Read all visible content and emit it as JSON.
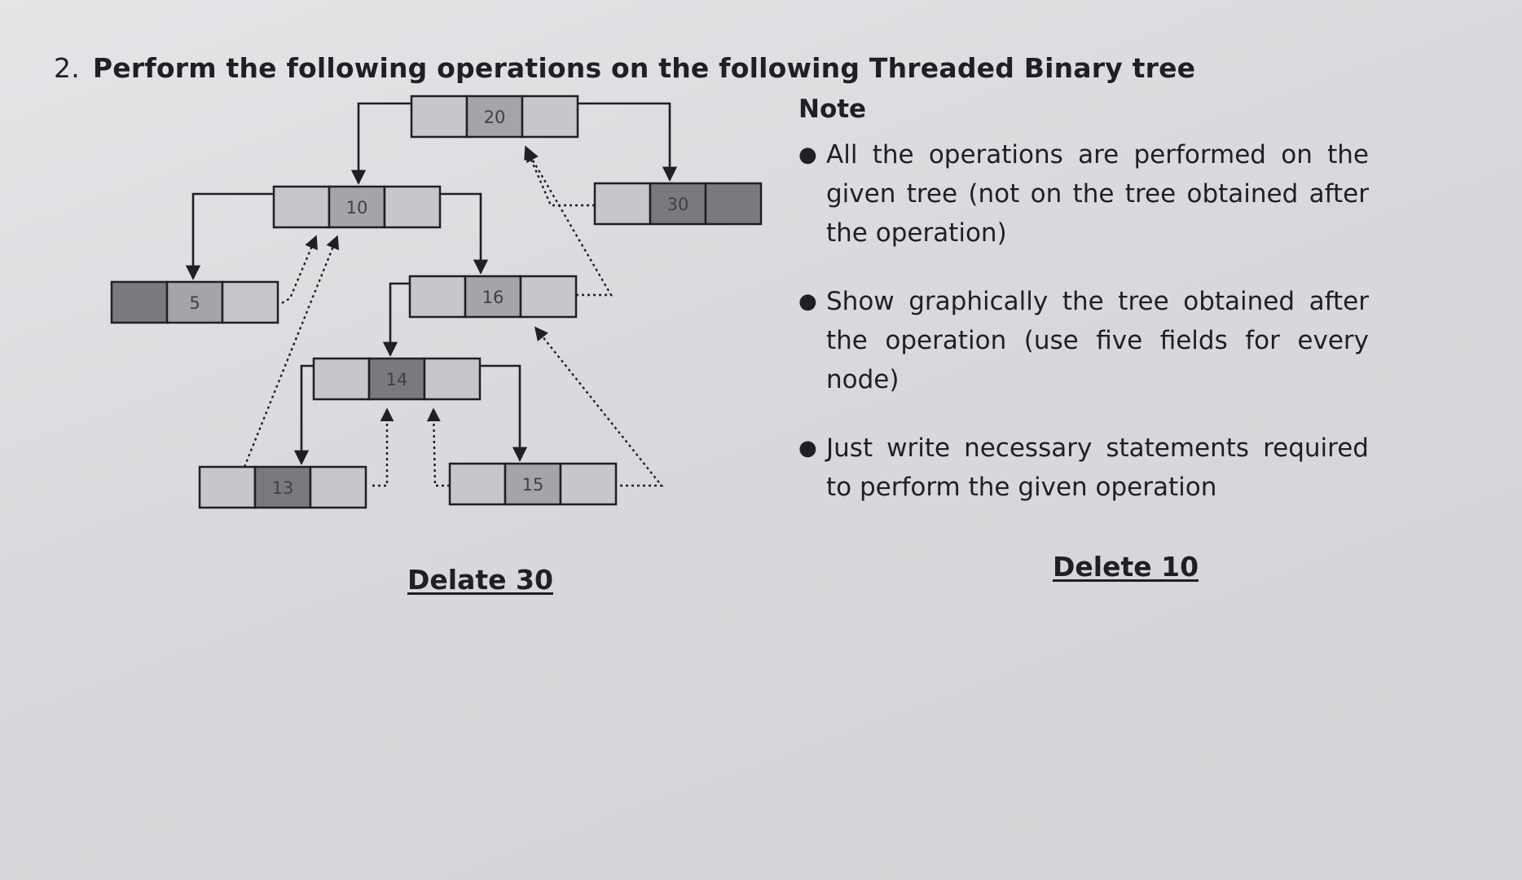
{
  "question": {
    "number": "2.",
    "title": "Perform the following operations on the following Threaded Binary tree"
  },
  "tree": {
    "nodes": [
      {
        "id": "n20",
        "value": "20"
      },
      {
        "id": "n10",
        "value": "10"
      },
      {
        "id": "n30",
        "value": "30"
      },
      {
        "id": "n5",
        "value": "5"
      },
      {
        "id": "n16",
        "value": "16"
      },
      {
        "id": "n14",
        "value": "14"
      },
      {
        "id": "n13",
        "value": "13"
      },
      {
        "id": "n15",
        "value": "15"
      }
    ],
    "child_links": [
      [
        "20",
        "10"
      ],
      [
        "20",
        "30"
      ],
      [
        "10",
        "5"
      ],
      [
        "10",
        "16"
      ],
      [
        "16",
        "14"
      ],
      [
        "14",
        "13"
      ],
      [
        "14",
        "15"
      ]
    ],
    "threads": [
      [
        "5",
        "10"
      ],
      [
        "13",
        "10"
      ],
      [
        "13",
        "14"
      ],
      [
        "15",
        "14"
      ],
      [
        "15",
        "16"
      ],
      [
        "16",
        "20"
      ],
      [
        "30",
        "20"
      ]
    ]
  },
  "note": {
    "heading": "Note",
    "bullets": [
      "All the operations are performed on the given tree (not on the tree obtained after the operation)",
      "Show graphically the tree obtained after the operation (use five fields for every node)",
      "Just write necessary statements required to perform the given operation"
    ],
    "bullet_symbol": "●"
  },
  "operations": {
    "left": "Delate 30",
    "right": "Delete 10"
  },
  "colors": {
    "ink": "#1f1f24",
    "field_light": "#c6c7ca",
    "field_dark": "#7a7a7e",
    "field_mid": "#a4a5a8"
  }
}
